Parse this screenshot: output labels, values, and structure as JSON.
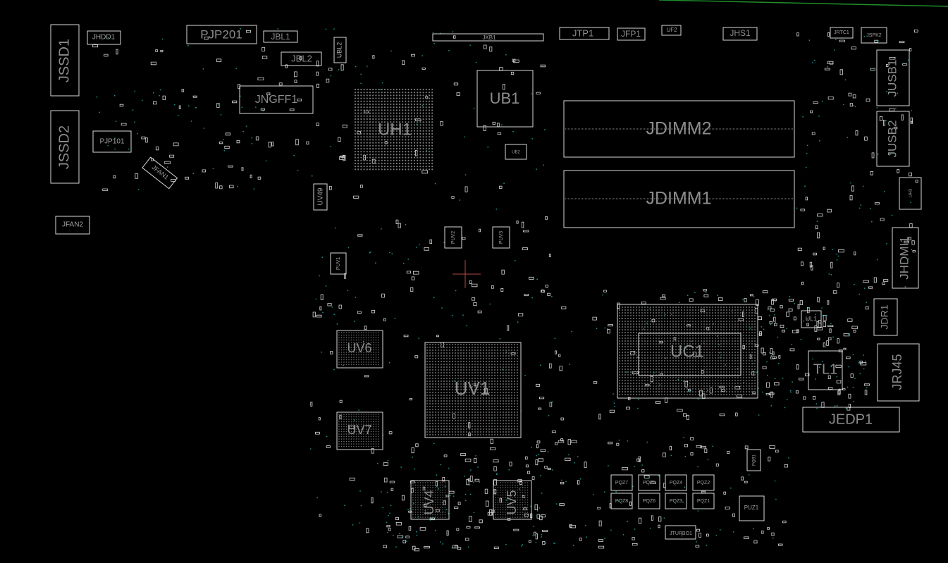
{
  "colors": {
    "background": "#000000",
    "outline": "#d8d8d8",
    "label": "#8c8c8c",
    "small_label": "#a0a0a0",
    "via": "#1c8c8c",
    "trace": "#1f8f2a",
    "marker": "#b84848"
  },
  "components": {
    "jssd1": "JSSD1",
    "jssd2": "JSSD2",
    "jhdd1": "JHDD1",
    "pjp201": "PJP201",
    "jbl1": "JBL1",
    "jbl2": "JBL2",
    "ubl2": "UBL2",
    "jngff1": "JNGFF1",
    "pjp101": "PJP101",
    "jfan1": "JFAN1",
    "jfan2": "JFAN2",
    "uv49": "UV49",
    "uh1": "UH1",
    "jkb1": "JKB1",
    "ub1": "UB1",
    "jtp1": "JTP1",
    "jfp1": "JFP1",
    "uf2": "UF2",
    "jhs1": "JHS1",
    "jrtc1": "JRTC1",
    "jspk2": "JSPK2",
    "jusb1": "JUSB1",
    "jusb2": "JUSB2",
    "jdimm2": "JDIMM2",
    "jdimm1": "JDIMM1",
    "jhdmi1": "JHDMI1",
    "jdr1": "JDR1",
    "jrj45": "JRJ45",
    "uc1": "UC1",
    "tl1": "TL1",
    "ul1": "UL1",
    "jedp1": "JEDP1",
    "uv6": "UV6",
    "uv1": "UV1",
    "uv7": "UV7",
    "uv4": "UV4",
    "uv5": "UV5",
    "pqz7": "PQZ7",
    "pqz5": "PQZ5",
    "pqz4": "PQZ4",
    "pqz2": "PQZ2",
    "pqz8": "PQZ8",
    "pqz6": "PQZ6",
    "pqz3": "PQZ3",
    "pqz1": "PQZ1",
    "puz1": "PUZ1",
    "jturbo1": "JTURBO1",
    "pqb1": "PQB1",
    "puv2": "PUV2",
    "puv3": "PUV3",
    "uh3": "UH3",
    "ub2": "UB2",
    "puv1": "PUV1"
  }
}
